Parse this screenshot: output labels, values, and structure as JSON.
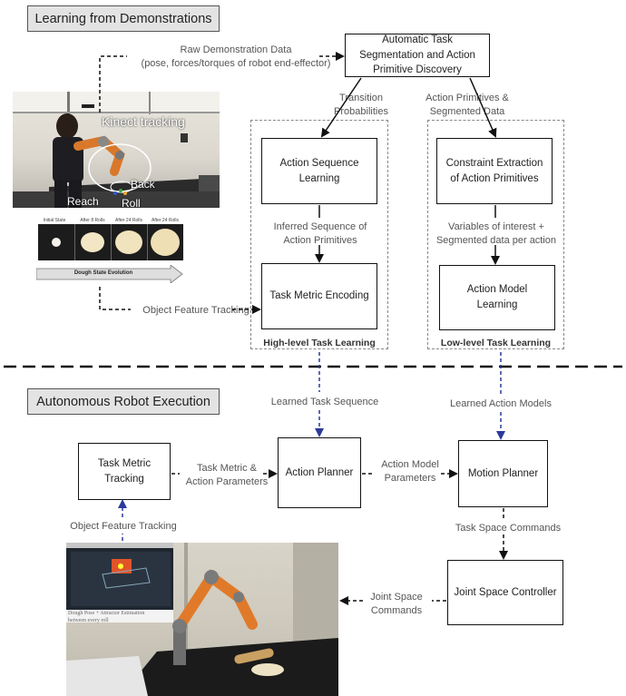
{
  "sections": {
    "top_title": "Learning from Demonstrations",
    "bottom_title": "Autonomous Robot Execution"
  },
  "boxes": {
    "segmentation": "Automatic Task Segmentation and Action Primitive Discovery",
    "sequence_learning": "Action Sequence Learning",
    "constraint_extraction": "Constraint Extraction of Action Primitives",
    "task_metric_encoding": "Task Metric Encoding",
    "action_model_learning": "Action Model Learning",
    "task_metric_tracking": "Task Metric Tracking",
    "action_planner": "Action Planner",
    "motion_planner": "Motion Planner",
    "joint_space_controller": "Joint Space Controller"
  },
  "labels": {
    "raw_demo": "Raw Demonstration Data\n(pose, forces/torques of robot end-effector)",
    "transition_prob": "Transition\nProbabilities",
    "action_primitives": "Action Primitives &\nSegmented Data",
    "inferred_sequence": "Inferred Sequence of\nAction Primitives",
    "variables_interest": "Variables of interest +\nSegmented data per action",
    "object_tracking_top": "Object Feature Tracking",
    "high_level": "High-level Task Learning",
    "low_level": "Low-level Task Learning",
    "learned_task_seq": "Learned Task Sequence",
    "learned_action_models": "Learned Action Models",
    "task_metric_params": "Task Metric &\nAction Parameters",
    "action_model_params": "Action Model\nParameters",
    "task_space_cmds": "Task Space Commands",
    "object_tracking_bottom": "Object Feature Tracking",
    "joint_space_cmds": "Joint Space\nCommands"
  },
  "photo_top": {
    "kinect": "Kinect tracking",
    "back": "Back",
    "reach": "Reach",
    "roll": "Roll"
  },
  "dough": {
    "captions": [
      "Initial State",
      "After 8 Rolls",
      "After 24 Rolls",
      "After 24 Rolls"
    ],
    "evolution": "Dough State Evolution"
  },
  "photo_bottom": {
    "overlay": "Dough Pose + Attractor Estimation\nbetween every roll"
  },
  "colors": {
    "black_arrow": "#111111",
    "blue_arrow": "#2a3a9a",
    "section_bg": "#e3e3e3"
  }
}
